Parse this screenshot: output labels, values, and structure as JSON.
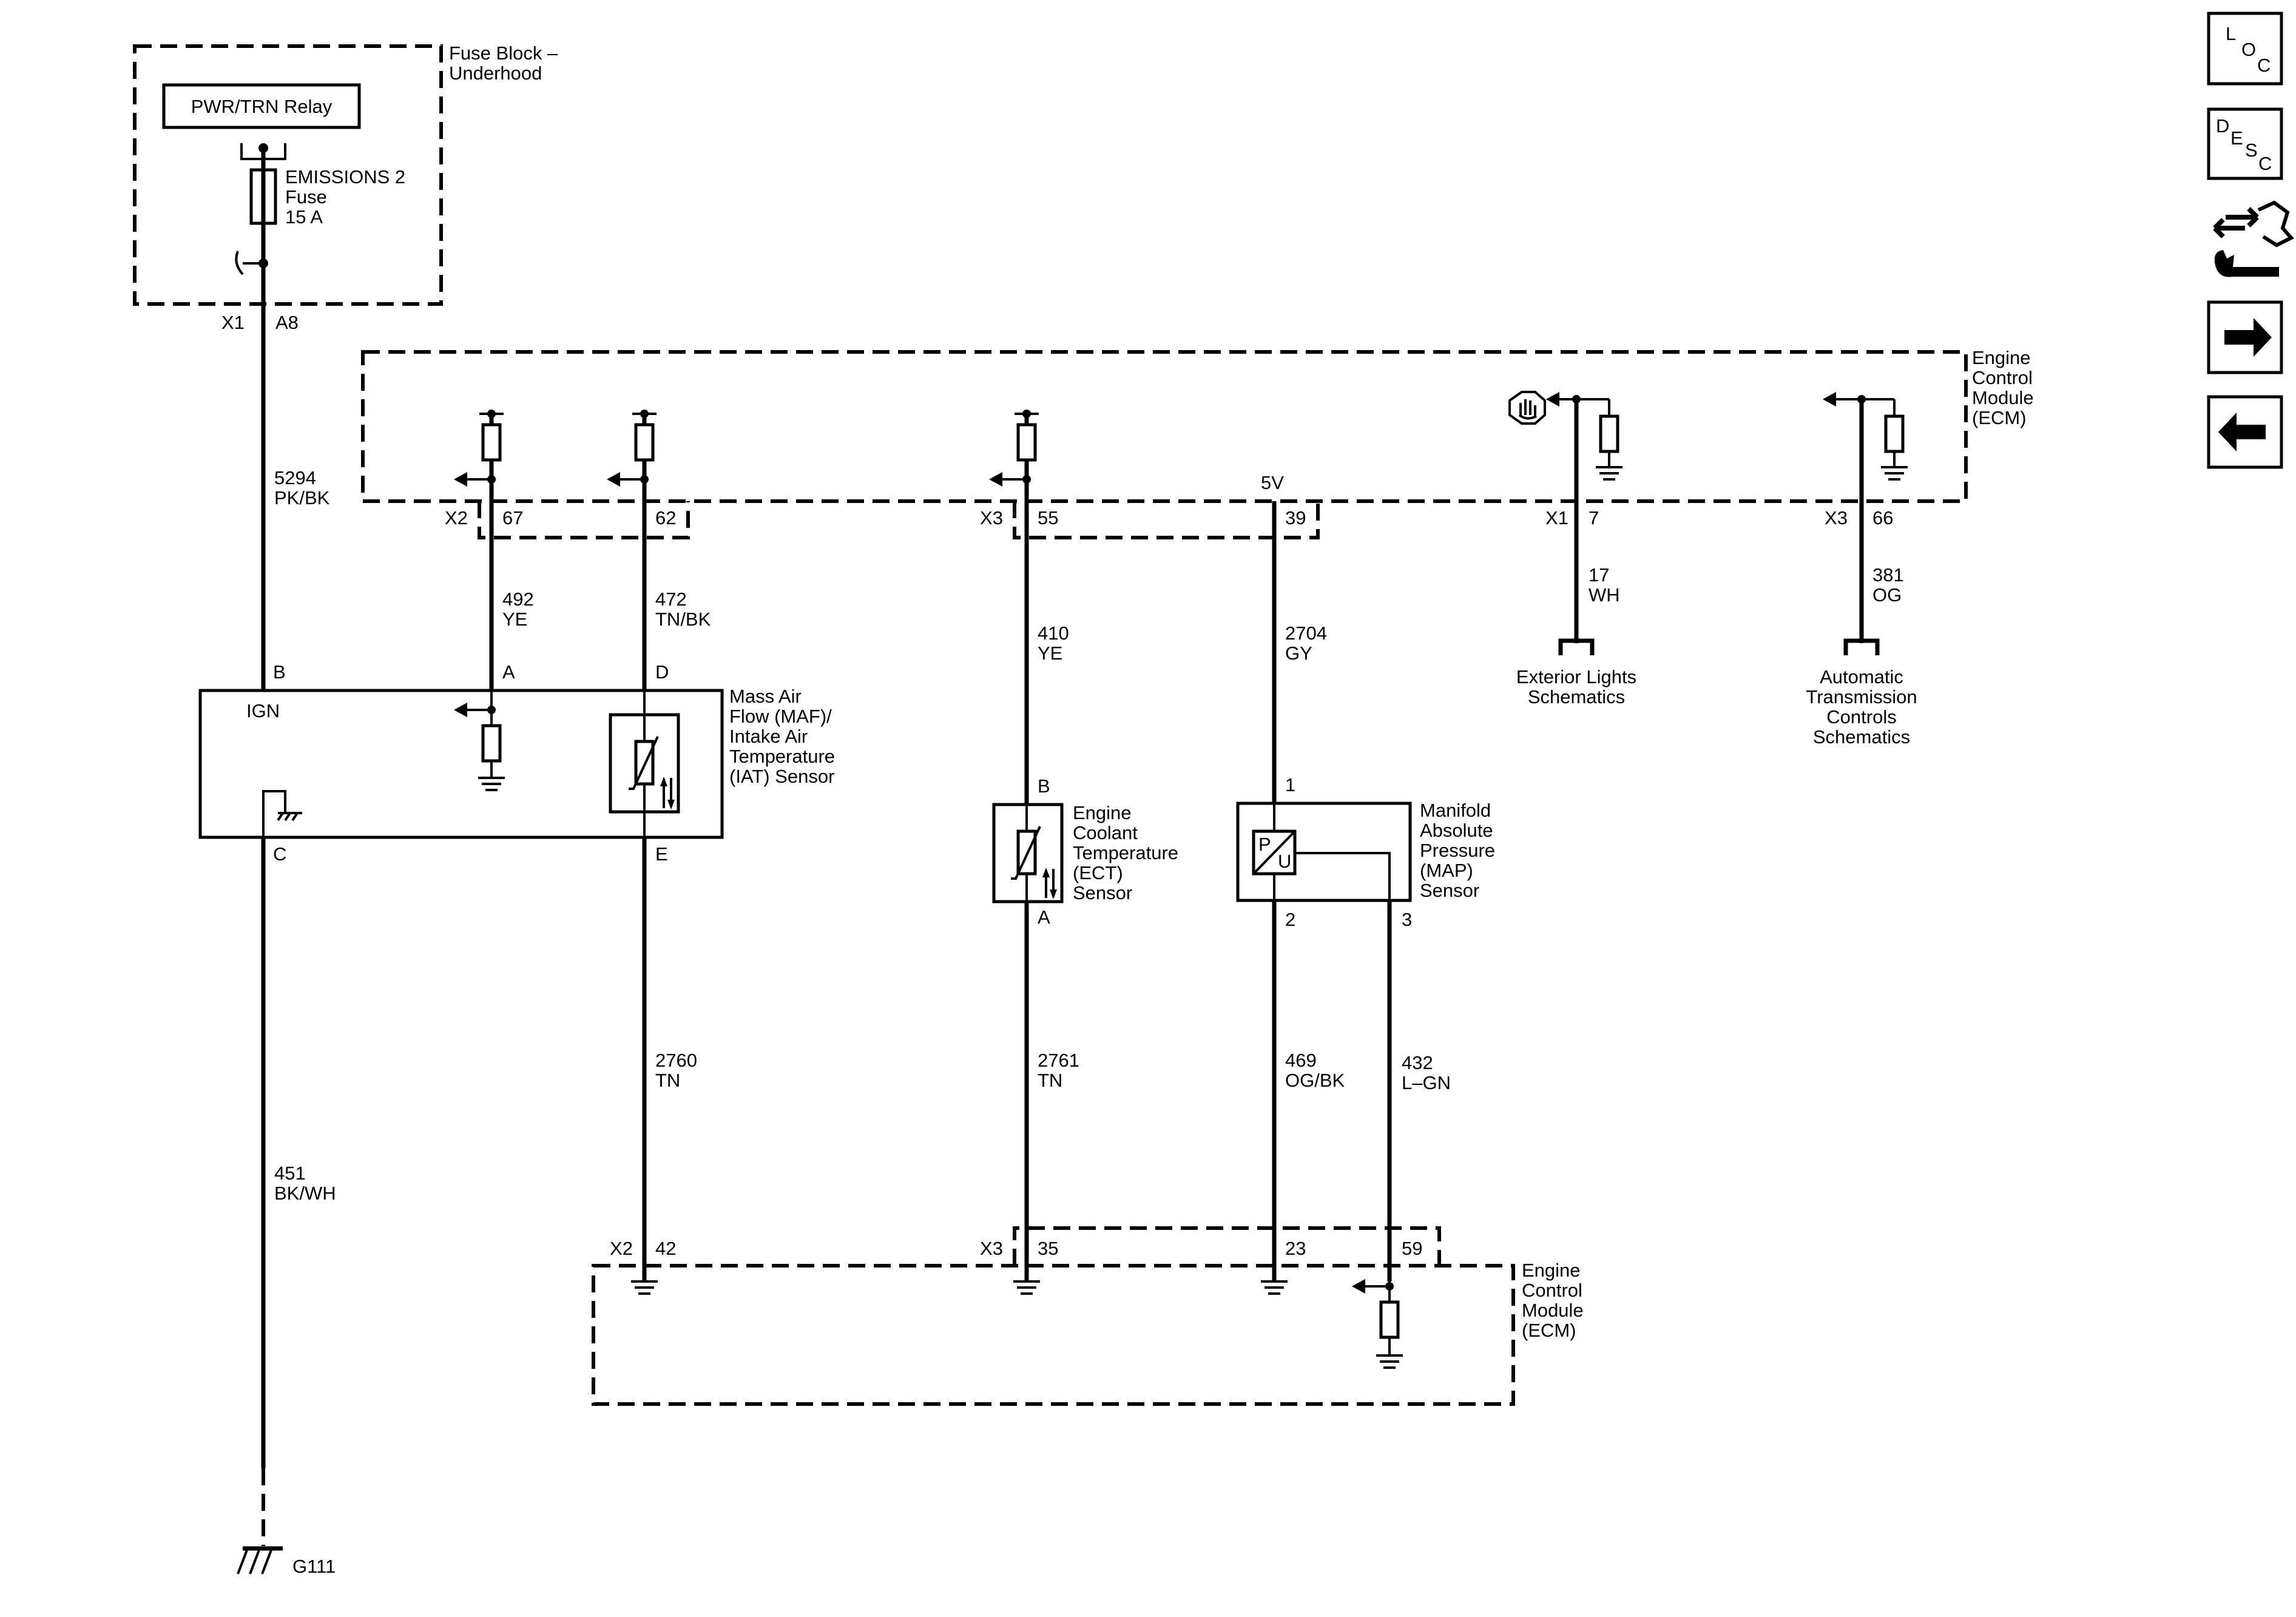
{
  "fuse_block": {
    "title": [
      "Fuse Block –",
      "Underhood"
    ],
    "relay": "PWR/TRN Relay",
    "fuse": [
      "EMISSIONS 2",
      "Fuse",
      "15 A"
    ],
    "connector": "X1",
    "pin": "A8"
  },
  "ecm_top": {
    "title": [
      "Engine",
      "Control",
      "Module",
      "(ECM)"
    ],
    "voltage_label": "5V",
    "pins": [
      {
        "connector": "X2",
        "pin": "67"
      },
      {
        "connector": "",
        "pin": "62"
      },
      {
        "connector": "X3",
        "pin": "55"
      },
      {
        "connector": "",
        "pin": "39"
      },
      {
        "connector": "X1",
        "pin": "7"
      },
      {
        "connector": "X3",
        "pin": "66"
      }
    ]
  },
  "wires": [
    {
      "circuit": "5294",
      "color": "PK/BK"
    },
    {
      "circuit": "492",
      "color": "YE"
    },
    {
      "circuit": "472",
      "color": "TN/BK"
    },
    {
      "circuit": "410",
      "color": "YE"
    },
    {
      "circuit": "2704",
      "color": "GY"
    },
    {
      "circuit": "17",
      "color": "WH"
    },
    {
      "circuit": "381",
      "color": "OG"
    },
    {
      "circuit": "451",
      "color": "BK/WH"
    },
    {
      "circuit": "2760",
      "color": "TN"
    },
    {
      "circuit": "2761",
      "color": "TN"
    },
    {
      "circuit": "469",
      "color": "OG/BK"
    },
    {
      "circuit": "432",
      "color": "L–GN"
    }
  ],
  "references": [
    {
      "label": [
        "Exterior Lights",
        "Schematics"
      ]
    },
    {
      "label": [
        "Automatic",
        "Transmission",
        "Controls",
        "Schematics"
      ]
    }
  ],
  "maf_sensor": {
    "title": [
      "Mass Air",
      "Flow (MAF)/",
      "Intake Air",
      "Temperature",
      "(IAT) Sensor"
    ],
    "ign": "IGN",
    "pins": {
      "b": "B",
      "a": "A",
      "d": "D",
      "c": "C",
      "e": "E"
    }
  },
  "ect_sensor": {
    "title": [
      "Engine",
      "Coolant",
      "Temperature",
      "(ECT)",
      "Sensor"
    ],
    "pins": {
      "top": "B",
      "bottom": "A"
    }
  },
  "map_sensor": {
    "title": [
      "Manifold",
      "Absolute",
      "Pressure",
      "(MAP)",
      "Sensor"
    ],
    "p": "P",
    "u": "U",
    "pins": {
      "p1": "1",
      "p2": "2",
      "p3": "3"
    }
  },
  "ecm_bottom": {
    "title": [
      "Engine",
      "Control",
      "Module",
      "(ECM)"
    ],
    "pins": [
      {
        "connector": "X2",
        "pin": "42"
      },
      {
        "connector": "X3",
        "pin": "35"
      },
      {
        "connector": "",
        "pin": "23"
      },
      {
        "connector": "",
        "pin": "59"
      }
    ]
  },
  "ground": {
    "label": "G111"
  },
  "nav": {
    "loc": [
      "L",
      "O",
      "C"
    ],
    "desc": [
      "D",
      "E",
      "S",
      "C"
    ],
    "icons": [
      "connector-repair-icon",
      "next-arrow-icon",
      "previous-arrow-icon"
    ]
  }
}
